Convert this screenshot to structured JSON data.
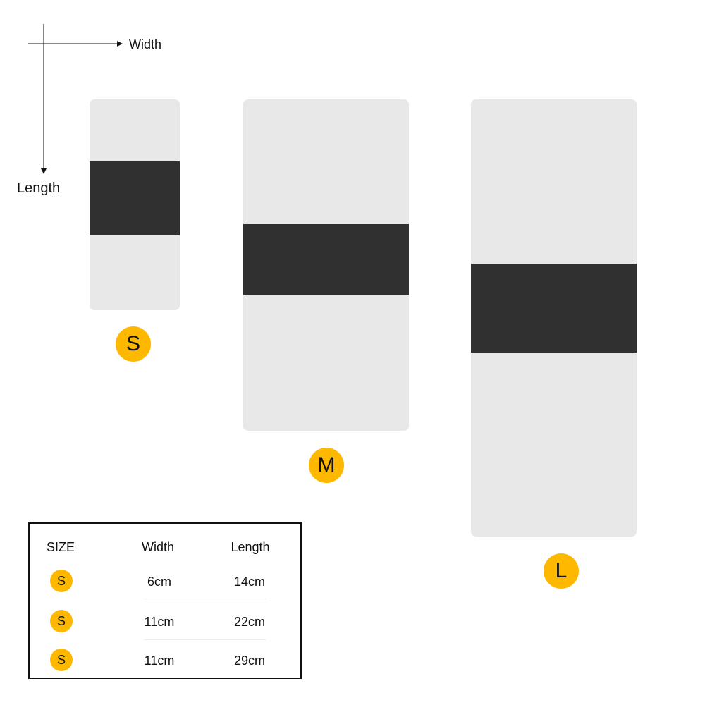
{
  "diagram": {
    "axes": {
      "width_label": "Width",
      "length_label": "Length"
    },
    "sizes": [
      {
        "label": "S"
      },
      {
        "label": "M"
      },
      {
        "label": "L"
      }
    ],
    "table": {
      "headers": [
        "SIZE",
        "Width",
        "Length"
      ],
      "rows": [
        {
          "size": "S",
          "width": "6cm",
          "length": "14cm"
        },
        {
          "size": "S",
          "width": "11cm",
          "length": "22cm"
        },
        {
          "size": "S",
          "width": "11cm",
          "length": "29cm"
        }
      ]
    },
    "colors": {
      "strap": "#e8e8e8",
      "band": "#303030",
      "badge": "#ffb800",
      "table_border": "#111111"
    },
    "icons": [
      "arrow-right-icon",
      "arrow-down-icon"
    ]
  }
}
